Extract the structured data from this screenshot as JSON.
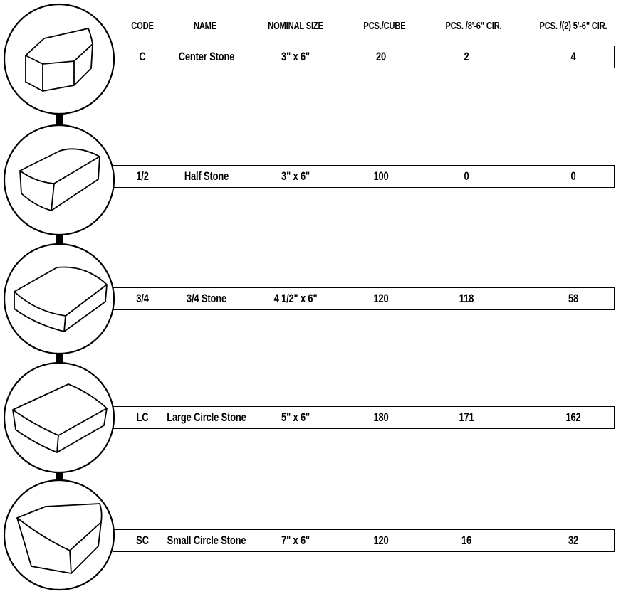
{
  "headers": {
    "code": "CODE",
    "name": "NAME",
    "size": "NOMINAL SIZE",
    "pcs_cube": "PCS./CUBE",
    "pcs_8": "PCS. /8'-6\" CIR.",
    "pcs_2_5": "PCS. /(2) 5'-6\" CIR."
  },
  "rows": [
    {
      "code": "C",
      "name": "Center Stone",
      "size": "3\" x 6\"",
      "pcs_cube": "20",
      "pcs_8": "2",
      "pcs_2_5": "4",
      "icon": "center-stone-icon"
    },
    {
      "code": "1/2",
      "name": "Half Stone",
      "size": "3\" x 6\"",
      "pcs_cube": "100",
      "pcs_8": "0",
      "pcs_2_5": "0",
      "icon": "half-stone-icon"
    },
    {
      "code": "3/4",
      "name": "3/4 Stone",
      "size": "4 1/2\" x 6\"",
      "pcs_cube": "120",
      "pcs_8": "118",
      "pcs_2_5": "58",
      "icon": "three-quarter-stone-icon"
    },
    {
      "code": "LC",
      "name": "Large Circle Stone",
      "size": "5\" x 6\"",
      "pcs_cube": "180",
      "pcs_8": "171",
      "pcs_2_5": "162",
      "icon": "large-circle-stone-icon"
    },
    {
      "code": "SC",
      "name": "Small Circle Stone",
      "size": "7\" x 6\"",
      "pcs_cube": "120",
      "pcs_8": "16",
      "pcs_2_5": "32",
      "icon": "small-circle-stone-icon"
    }
  ]
}
